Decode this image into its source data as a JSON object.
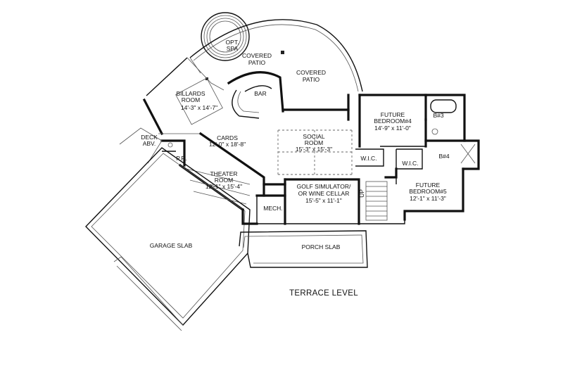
{
  "plan": {
    "level_label": "TERRACE LEVEL",
    "rooms": {
      "opt_spa": {
        "line1": "OPT.",
        "line2": "SPA"
      },
      "covered_patio_1": {
        "line1": "COVERED",
        "line2": "PATIO"
      },
      "covered_patio_2": {
        "line1": "COVERED",
        "line2": "PATIO"
      },
      "billiards": {
        "line1": "BILLARDS",
        "line2": "ROOM",
        "dims": "14'-3\" x 14'-7\""
      },
      "bar": {
        "line1": "BAR"
      },
      "cards": {
        "line1": "CARDS",
        "dims": "12'-0\" x 18'-8\""
      },
      "social": {
        "line1": "SOCIAL",
        "line2": "ROOM",
        "dims": "15'-3\" x 15'-3\""
      },
      "future_bed4": {
        "line1": "FUTURE",
        "line2": "BEDROOM#4",
        "dims": "14'-9\" x 11'-0\""
      },
      "bath3": {
        "line1": "B#3"
      },
      "bath4": {
        "line1": "B#4"
      },
      "wic1": {
        "line1": "W.I.C."
      },
      "wic2": {
        "line1": "W.I.C."
      },
      "future_bed5": {
        "line1": "FUTURE",
        "line2": "BEDROOM#5",
        "dims": "12'-1\" x 11'-3\""
      },
      "deck": {
        "line1": "DECK",
        "line2": "ABV."
      },
      "pr": {
        "line1": "P.R."
      },
      "theater": {
        "line1": "THEATER",
        "line2": "ROOM",
        "dims": "12'-1\" x 15'-4\""
      },
      "mech": {
        "line1": "MECH."
      },
      "golf": {
        "line1": "GOLF SIMULATOR/",
        "line2": "OR WINE CELLAR",
        "dims": "15'-5\" x 11'-1\""
      },
      "garage": {
        "line1": "GARAGE SLAB"
      },
      "porch": {
        "line1": "PORCH SLAB"
      },
      "stair_up": {
        "line1": "UP"
      }
    }
  }
}
